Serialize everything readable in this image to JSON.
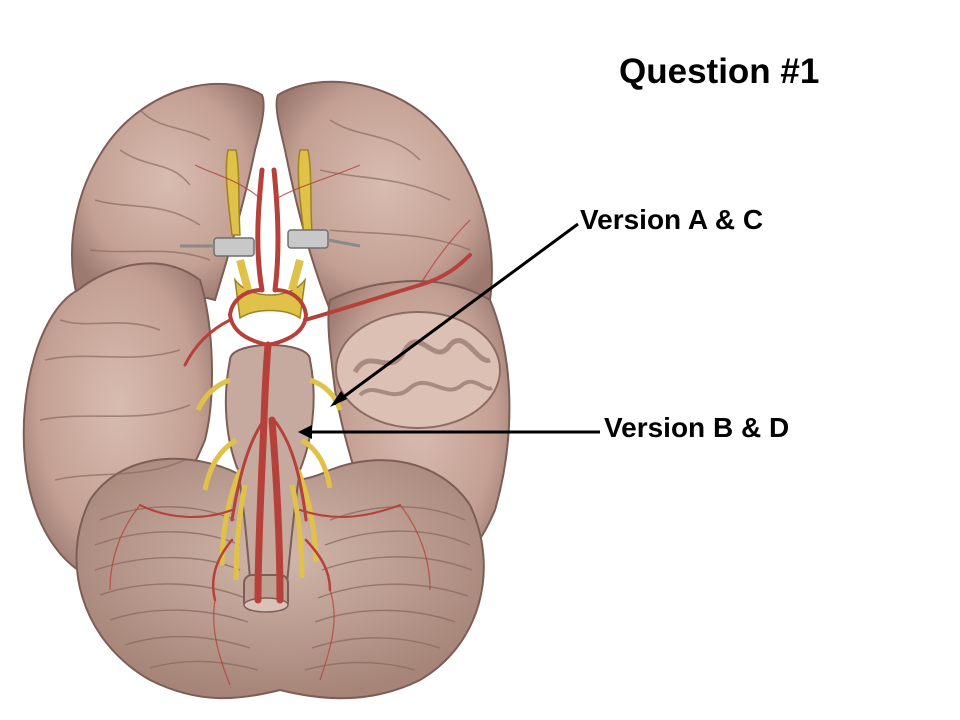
{
  "slide": {
    "title": "Question #1",
    "labels": {
      "version_ac": "Version A & C",
      "version_bd": "Version B & D"
    }
  },
  "figure": {
    "subject": "inferior view of brain with arteries and cranial nerves",
    "colors": {
      "brain": "#c9a89b",
      "brain_shadow": "#9e7c72",
      "sulci": "#8c6b63",
      "artery": "#b5413a",
      "nerve": "#e0c24a",
      "cerebellum": "#c0a398",
      "brainstem": "#c4a79d",
      "clamp": "#b8b8b8"
    }
  }
}
